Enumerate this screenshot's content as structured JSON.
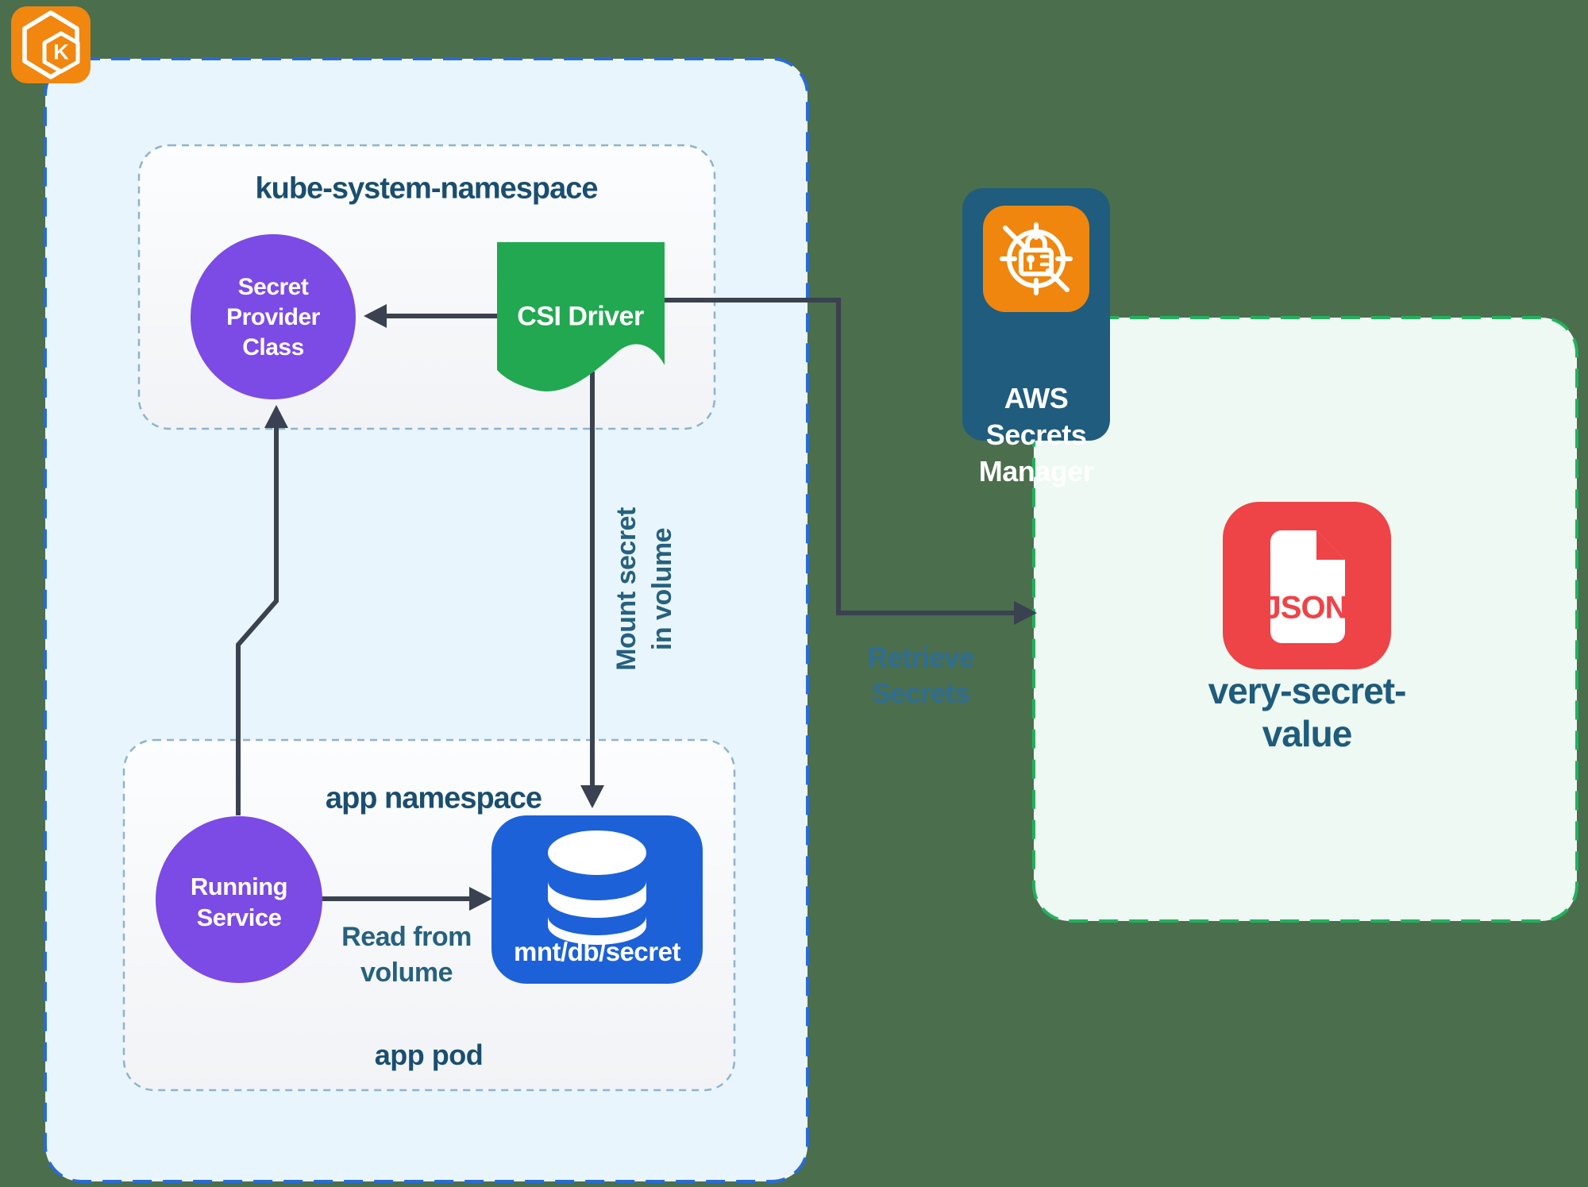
{
  "background_color": "#4b6e4c",
  "arrow_color": "#3a4150",
  "kubernetes_logo": {
    "letter": "K",
    "color": "#f1870f"
  },
  "cluster": {
    "fill": "#e9f5fd",
    "border_color": "#2a6bd4"
  },
  "kube_system_namespace": {
    "title": "kube-system-namespace",
    "secret_provider_class": {
      "label": "Secret\nProvider\nClass",
      "color": "#7c4ae4"
    },
    "csi_driver": {
      "label": "CSI Driver",
      "color": "#21a851"
    }
  },
  "app_namespace": {
    "title": "app namespace",
    "pod_label": "app pod",
    "running_service": {
      "label": "Running\nService",
      "color": "#7c4ae4"
    },
    "mount_path": {
      "label": "mnt/db/secret",
      "color": "#1c61d8"
    }
  },
  "edge_labels": {
    "mount_secret": "Mount secret\nin volume",
    "read_from_volume": "Read from\nvolume",
    "retrieve_secrets": "Retrieve\nSecrets"
  },
  "aws_secrets_manager": {
    "label": "AWS\nSecrets\nManager",
    "panel_color": "#1f5c7d",
    "icon_color": "#f0860d"
  },
  "secret_store": {
    "file_badge": "JSON",
    "label": "very-secret-value",
    "icon_color": "#ee4347",
    "panel_fill": "#edf9f2",
    "panel_border": "#22b15c"
  }
}
